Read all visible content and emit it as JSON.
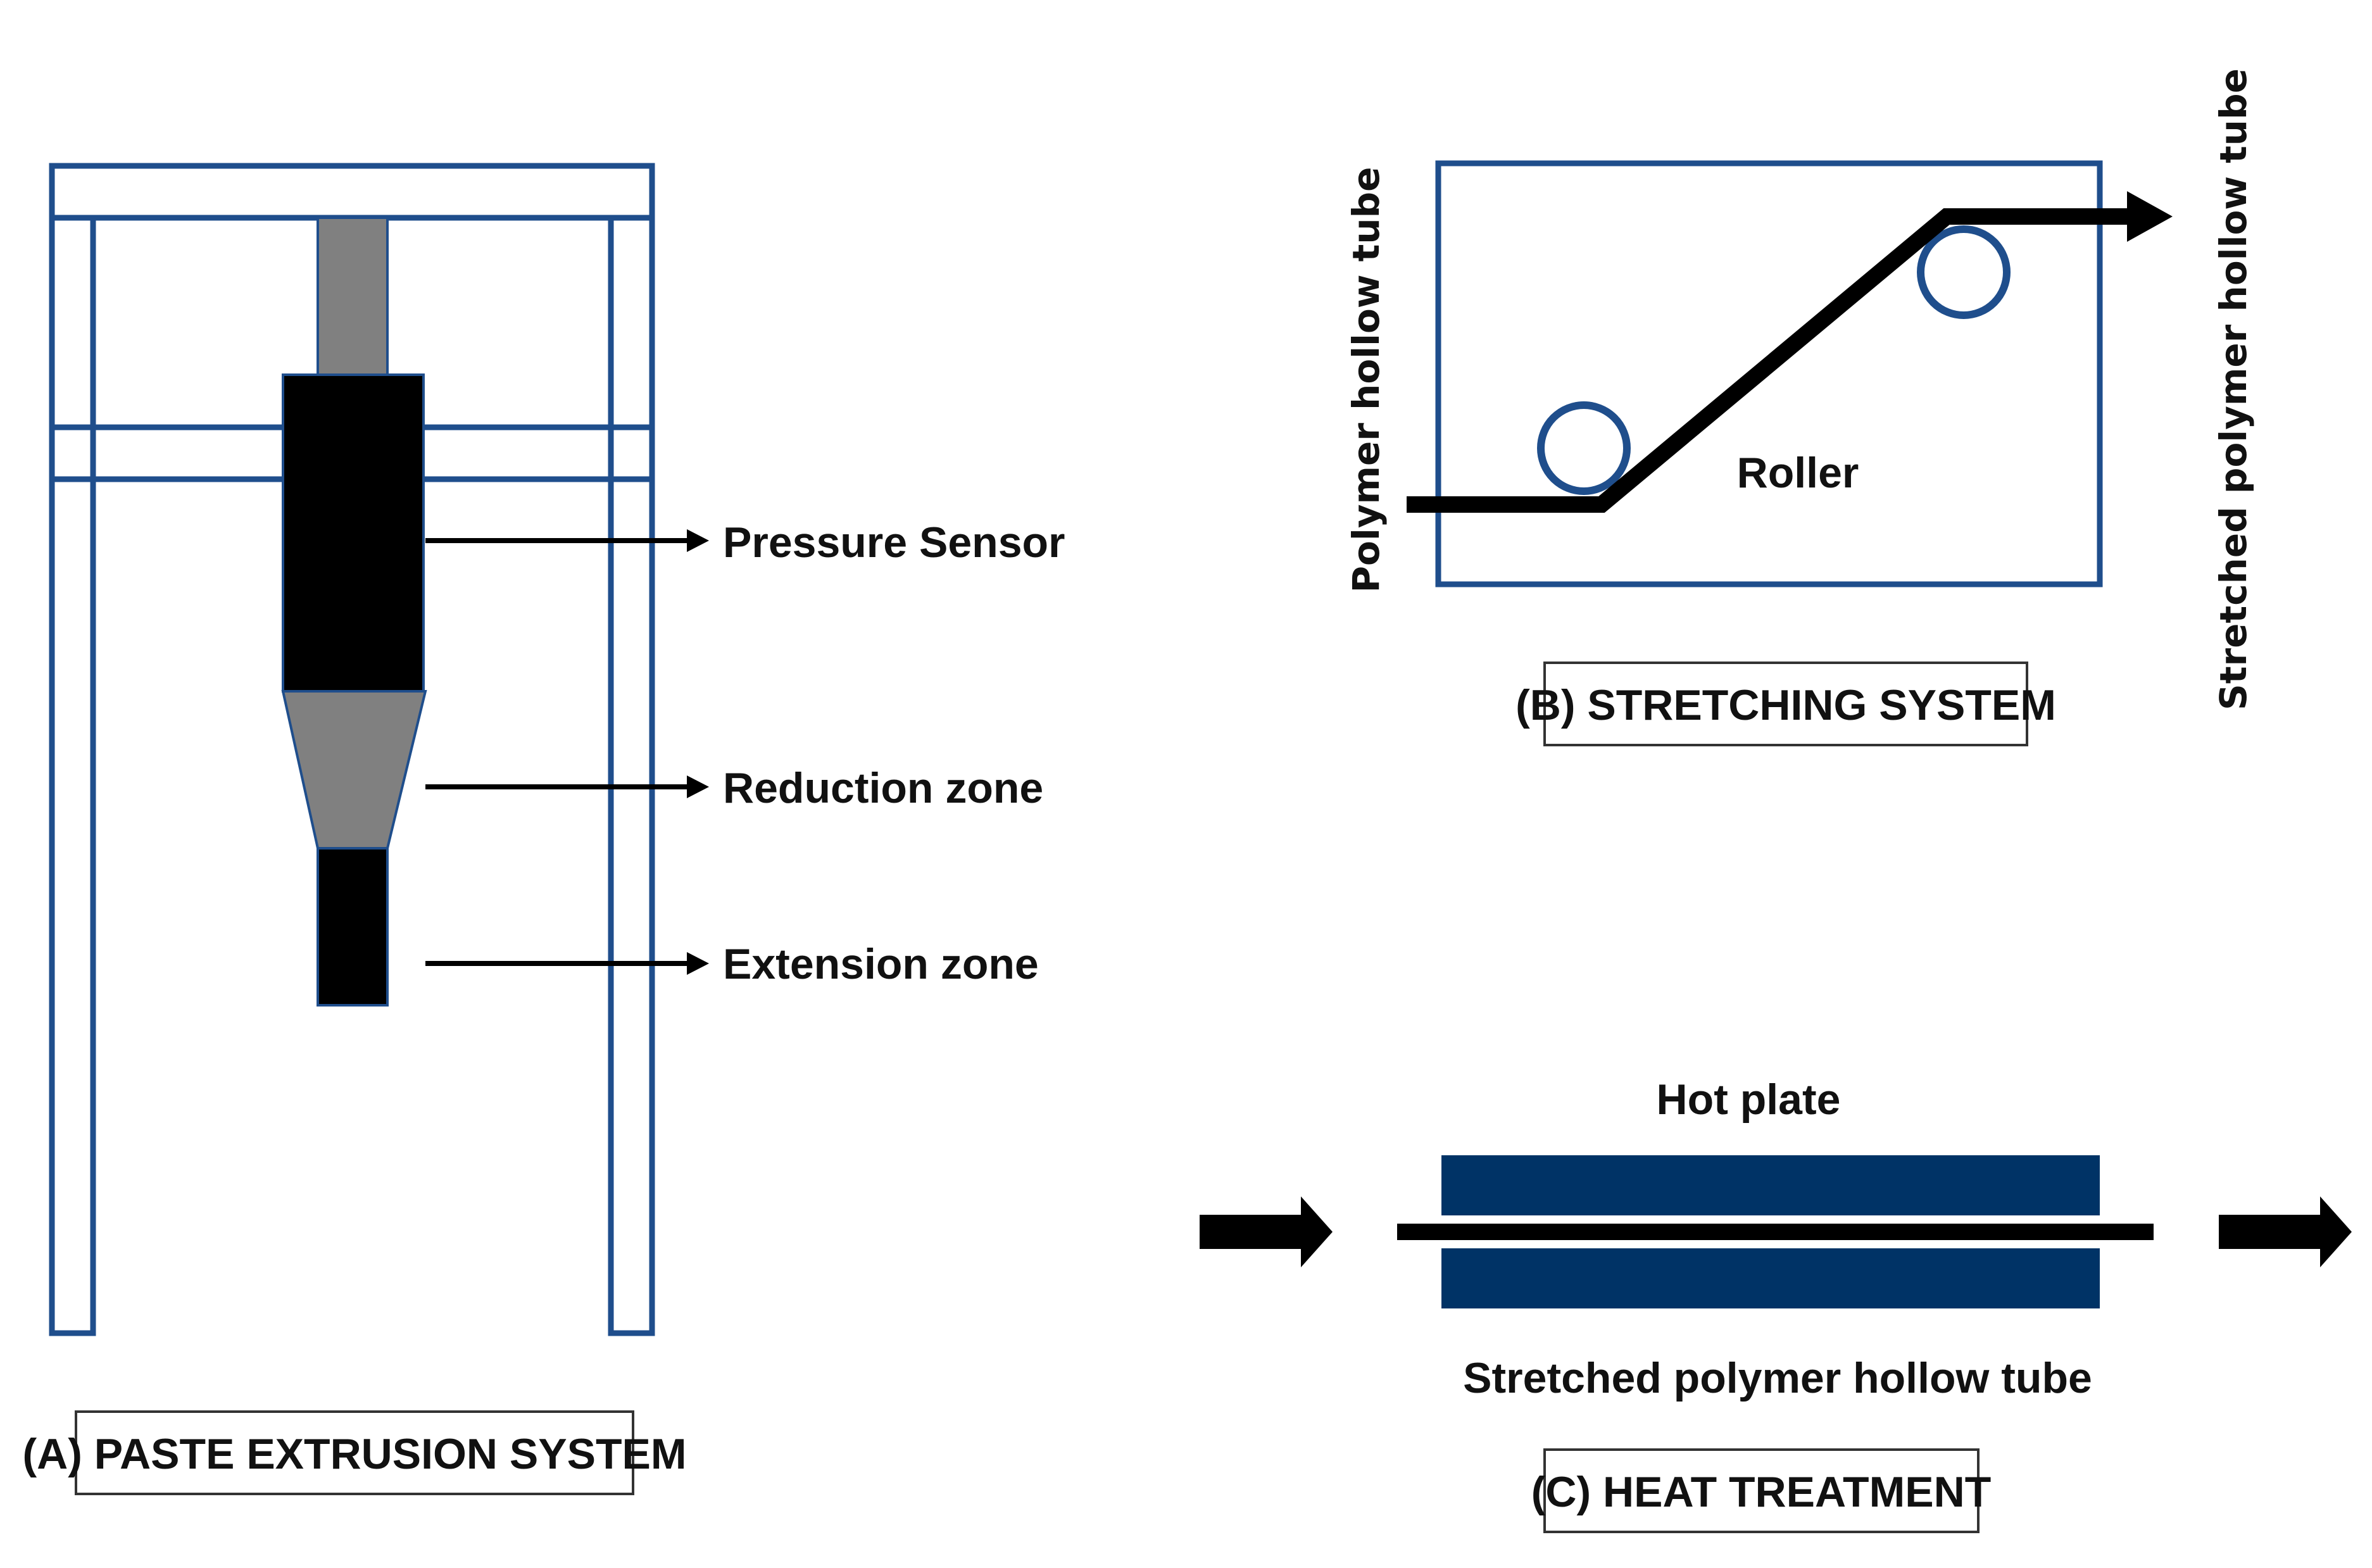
{
  "colors": {
    "frame_blue": "#1f4e8c",
    "plate_navy": "#003366",
    "barrel_black": "#000000",
    "piston_gray": "#808080",
    "arrow_black": "#000000"
  },
  "panel_a": {
    "title": "(A) PASTE EXTRUSION SYSTEM",
    "labels": {
      "pressure_sensor": "Pressure Sensor",
      "reduction_zone": "Reduction zone",
      "extension_zone": "Extension zone"
    }
  },
  "panel_b": {
    "title": "(B) STRETCHING SYSTEM",
    "roller_label": "Roller",
    "input_label": "Polymer hollow tube",
    "output_label": "Stretched polymer hollow tube"
  },
  "panel_c": {
    "title": "(C) HEAT TREATMENT",
    "plate_label": "Hot plate",
    "tube_label": "Stretched polymer hollow tube"
  }
}
